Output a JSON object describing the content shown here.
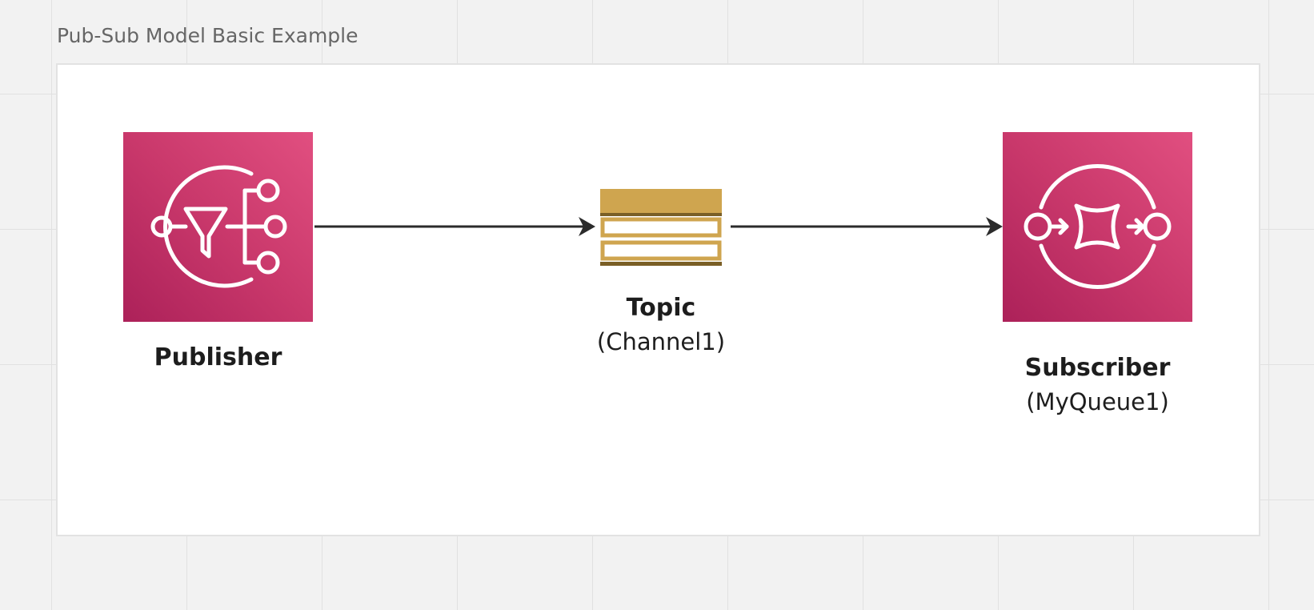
{
  "frame": {
    "title": "Pub-Sub Model Basic Example"
  },
  "nodes": {
    "publisher": {
      "label": "Publisher",
      "icon": "sns-topic-icon"
    },
    "topic": {
      "label": "Topic",
      "sublabel": "(Channel1)",
      "icon": "queue-stack-icon"
    },
    "subscriber": {
      "label": "Subscriber",
      "sublabel": "(MyQueue1)",
      "icon": "sqs-queue-icon"
    }
  },
  "colors": {
    "tile_gradient_start": "#ac2159",
    "tile_gradient_end": "#e14f80",
    "topic_gold": "#cfa54f",
    "topic_dark": "#7a5f26",
    "edge": "#2b2b2b"
  }
}
